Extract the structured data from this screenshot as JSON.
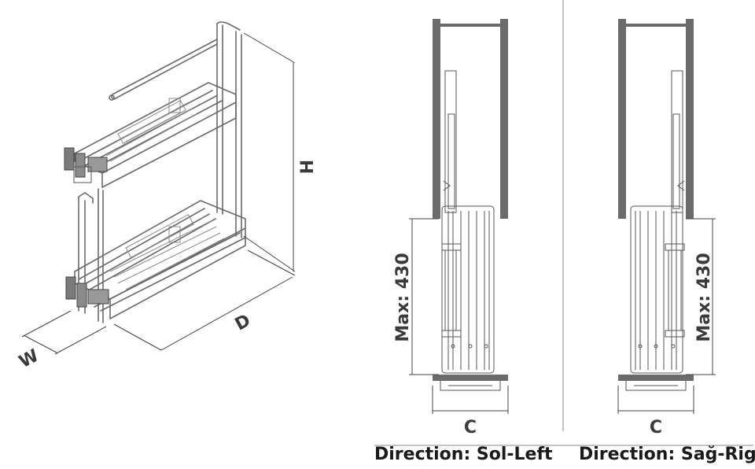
{
  "isometric": {
    "dim_h": "H",
    "dim_d": "D",
    "dim_w": "W"
  },
  "left_view": {
    "max_label": "Max: 430",
    "c_label": "C",
    "direction_label": "Direction: Sol-Left"
  },
  "right_view": {
    "max_label": "Max: 430",
    "c_label": "C",
    "direction_label": "Direction: Sağ-Right"
  },
  "colors": {
    "cabinet_wall": "#6b6b6b",
    "line": "#555555",
    "text": "#3a3a3a"
  }
}
